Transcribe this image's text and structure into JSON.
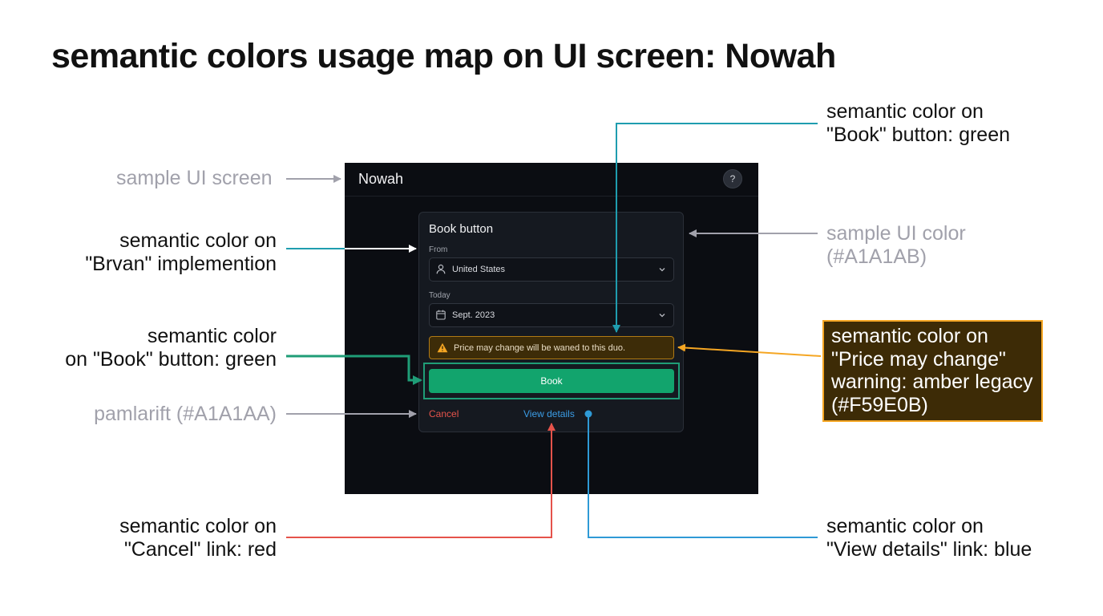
{
  "title": "semantic colors usage map on UI screen: Nowah",
  "annotations": {
    "sample_screen": "sample UI screen",
    "brvan": [
      "semantic color on",
      "\"Brvan\" implemention"
    ],
    "book_left": [
      "semantic color",
      "on \"Book\" button: green"
    ],
    "pamlarift": "pamlarift (#A1A1AA)",
    "cancel": [
      "semantic color on",
      "\"Cancel\" link: red"
    ],
    "book_top": [
      "semantic color on",
      "\"Book\" button: green"
    ],
    "sample_color": [
      "sample UI color",
      "(#A1A1AB)"
    ],
    "warning": [
      "semantic color on",
      "\"Price may change\"",
      "warning: amber legacy",
      "(#F59E0B)"
    ],
    "view_details": [
      "semantic color on",
      "\"View details\" link: blue"
    ]
  },
  "ui": {
    "app_name": "Nowah",
    "help_icon": "question-icon",
    "card_title": "Book button",
    "from_label": "From",
    "from_value": "United States",
    "today_label": "Today",
    "today_value": "Sept. 2023",
    "warning_text": "Price may change will be waned to this duo.",
    "book_label": "Book",
    "cancel_label": "Cancel",
    "details_label": "View details"
  },
  "colors": {
    "green": "#12A46D",
    "teal_connector": "#1F9DAF",
    "red": "#E5534B",
    "blue": "#3B9DE6",
    "amber": "#F59E0B",
    "grey": "#A1A1AB",
    "screen_bg": "#0B0D12"
  }
}
